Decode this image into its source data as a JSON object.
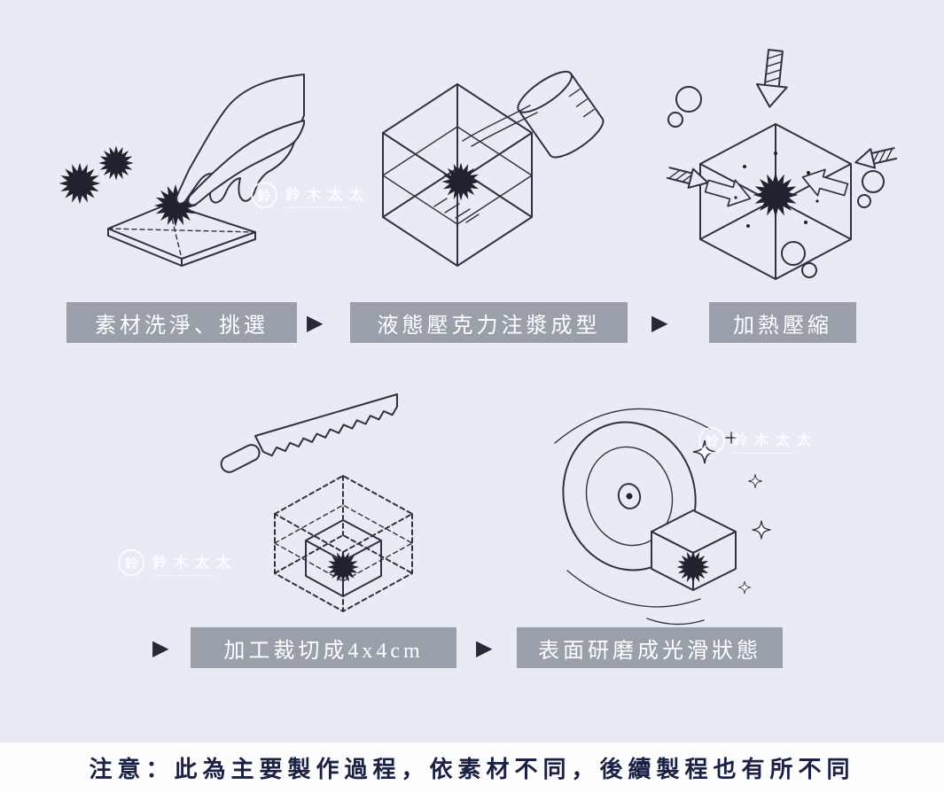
{
  "colors": {
    "background": "#e9ebf4",
    "label_bg": "#9aa0a9",
    "label_text": "#ffffff",
    "flow_arrow": "#262a38",
    "line_art": "#2e3240",
    "urchin_ink": "#20232e",
    "note_bg": "#fdfdfe",
    "note_text": "#1b2144",
    "watermark": "#ffffff"
  },
  "steps": [
    {
      "id": 1,
      "label": "素材洗淨、挑選",
      "illustration": "hand-picking-washed-sea-urchin-onto-plate"
    },
    {
      "id": 2,
      "label": "液態壓克力注漿成型",
      "illustration": "pouring-liquid-acrylic-into-cube-mold"
    },
    {
      "id": 3,
      "label": "加熱壓縮",
      "illustration": "heat-compressing-acrylic-block"
    },
    {
      "id": 4,
      "label": "加工裁切成4x4cm",
      "illustration": "sawing-block-to-4x4cm-cube"
    },
    {
      "id": 5,
      "label": "表面研磨成光滑狀態",
      "illustration": "polishing-cube-surface-smooth"
    }
  ],
  "arrow_glyph": "▶",
  "note": "注意：此為主要製作過程，依素材不同，後續製程也有所不同",
  "watermark": {
    "logo_glyph": "鈴",
    "brand": "鈴木太太"
  }
}
